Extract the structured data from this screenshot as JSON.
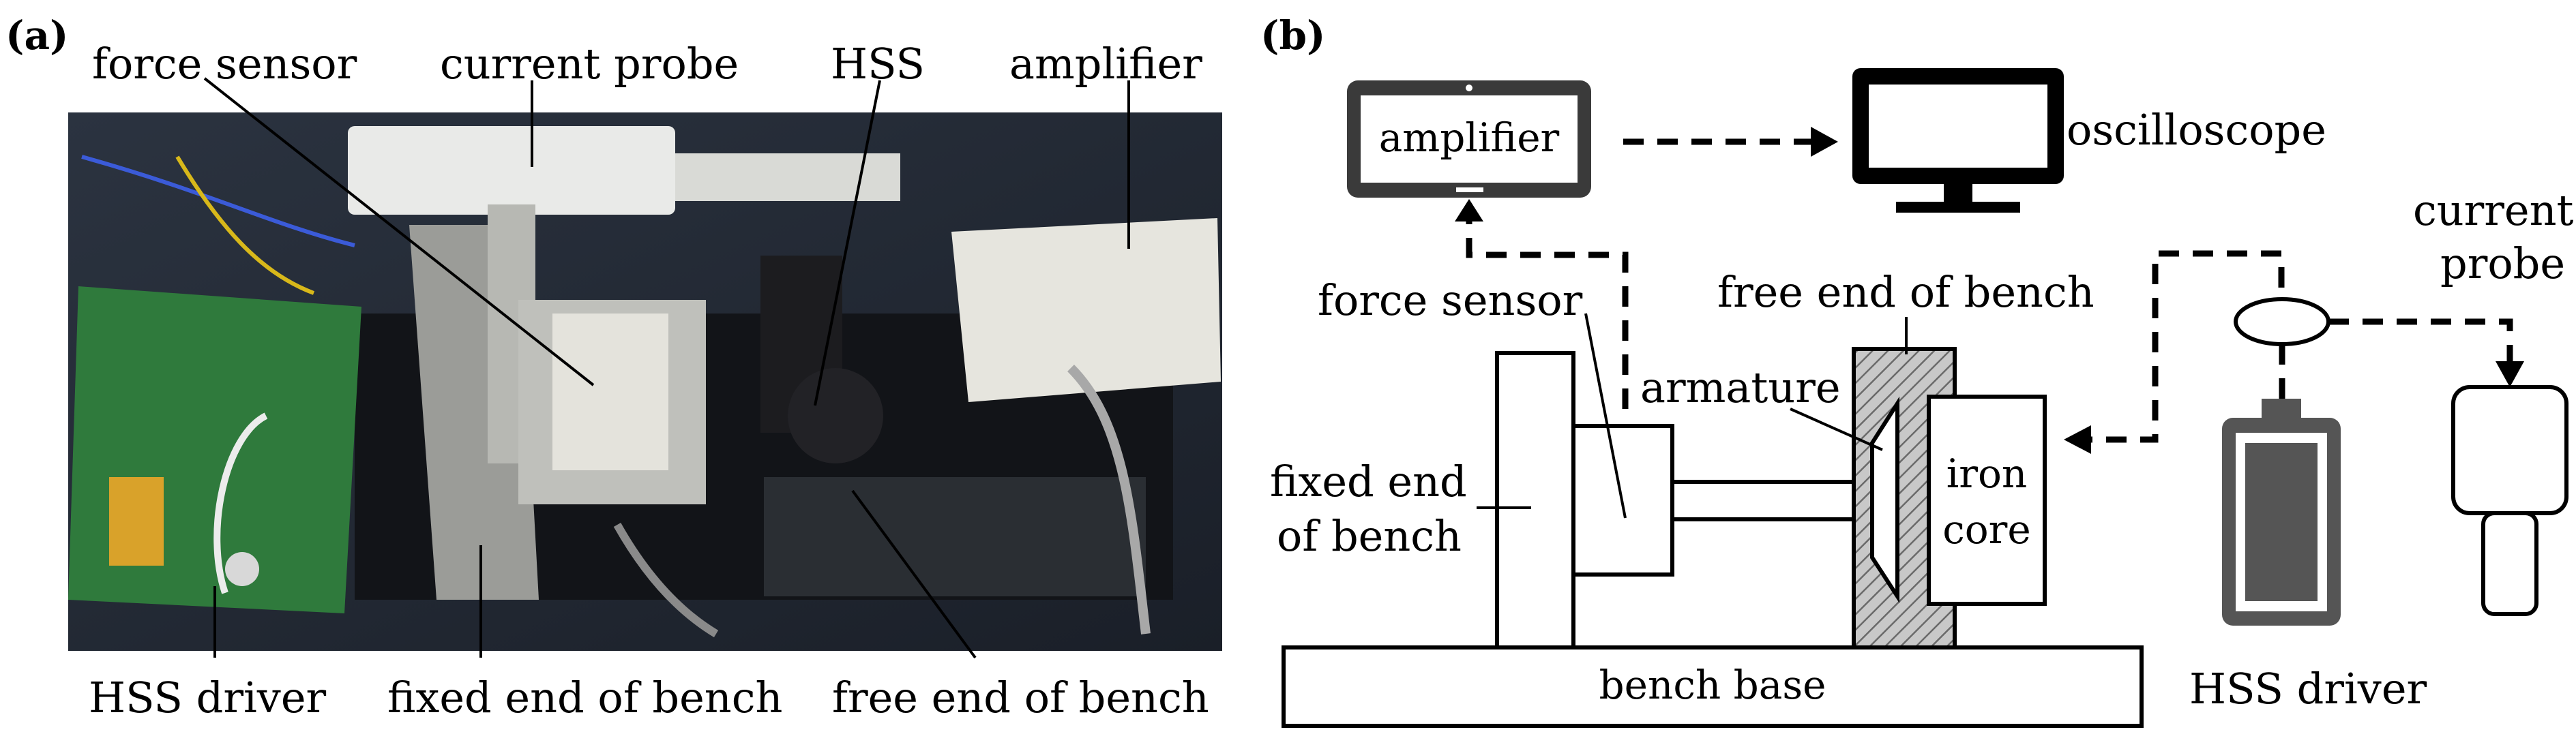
{
  "panel_a": {
    "tag": "(a)",
    "labels": {
      "force_sensor": "force sensor",
      "current_probe": "current probe",
      "hss": "HSS",
      "amplifier": "amplifier",
      "hss_driver": "HSS driver",
      "fixed_end": "fixed end of bench",
      "free_end": "free end of bench"
    }
  },
  "panel_b": {
    "tag": "(b)",
    "amplifier": "amplifier",
    "oscilloscope": "oscilloscope",
    "current_probe_line1": "current",
    "current_probe_line2": "probe",
    "force_sensor": "force sensor",
    "free_end": "free end of bench",
    "armature": "armature",
    "fixed_end_line1": "fixed end",
    "fixed_end_line2": "of bench",
    "iron_core_line1": "iron",
    "iron_core_line2": "core",
    "bench_base": "bench base",
    "hss_driver": "HSS driver"
  }
}
